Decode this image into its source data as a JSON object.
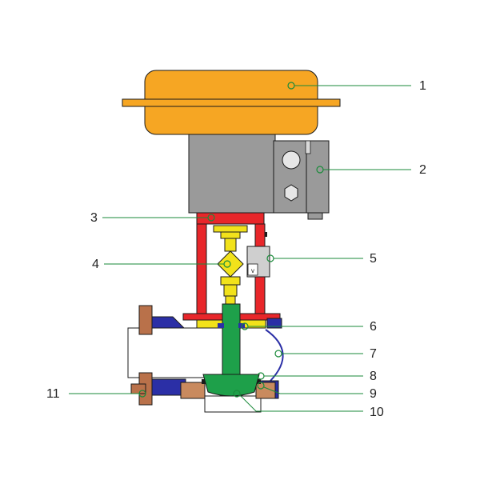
{
  "colors": {
    "actuator": "#f6a623",
    "housing": "#9a9a9a",
    "yoke": "#e8262a",
    "coupling": "#f2e21b",
    "stem_plug": "#1ea04a",
    "flange_blue": "#2b2fa6",
    "flange_brown": "#b9714a",
    "seat_ring": "#c98a5e",
    "leader": "#1a8a3a",
    "outline": "#1b1b1b"
  },
  "icons": {
    "gauge_symbol": "v-marking"
  },
  "callouts": [
    {
      "id": "1",
      "label": "1"
    },
    {
      "id": "2",
      "label": "2"
    },
    {
      "id": "3",
      "label": "3"
    },
    {
      "id": "4",
      "label": "4"
    },
    {
      "id": "5",
      "label": "5"
    },
    {
      "id": "6",
      "label": "6"
    },
    {
      "id": "7",
      "label": "7"
    },
    {
      "id": "8",
      "label": "8"
    },
    {
      "id": "9",
      "label": "9"
    },
    {
      "id": "10",
      "label": "10"
    },
    {
      "id": "11",
      "label": "11"
    }
  ]
}
